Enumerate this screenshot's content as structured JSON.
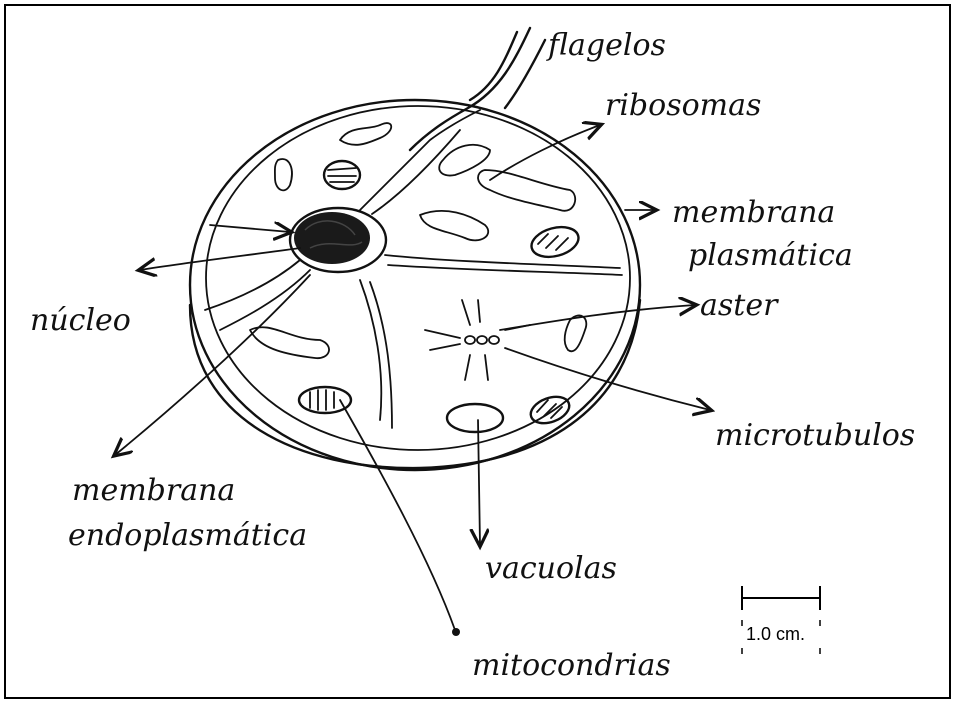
{
  "labels": {
    "flagelos": "flagelos",
    "ribosomas": "ribosomas",
    "membrana_plasmatica_1": "membrana",
    "membrana_plasmatica_2": "plasmática",
    "nucleo": "núcleo",
    "aster": "aster",
    "microtubulos": "microtubulos",
    "membrana_endoplasmatica_1": "membrana",
    "membrana_endoplasmatica_2": "endoplasmática",
    "vacuolas": "vacuolas",
    "mitocondrias": "mitocondrias"
  },
  "scale_bar": {
    "label": "1.0 cm."
  }
}
